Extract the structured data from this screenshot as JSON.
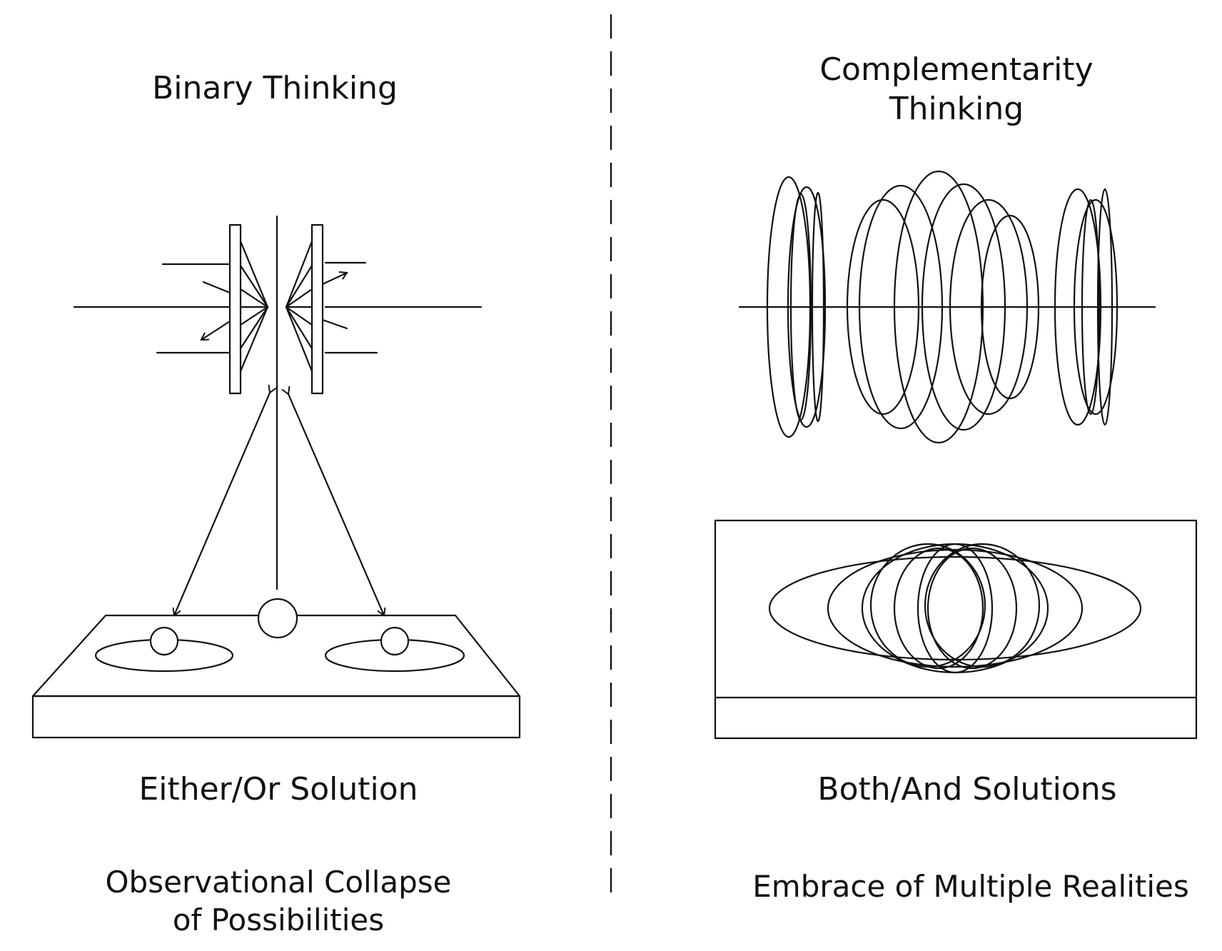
{
  "left_panel": {
    "title": "Binary Thinking",
    "caption": "Either/Or Solution",
    "subcaption": "Observational Collapse\nof Possibilities"
  },
  "right_panel": {
    "title": "Complementarity\nThinking",
    "caption": "Both/And Solutions",
    "subcaption": "Embrace of Multiple Realities"
  },
  "colors": {
    "ink": "#111111",
    "background": "#ffffff"
  }
}
